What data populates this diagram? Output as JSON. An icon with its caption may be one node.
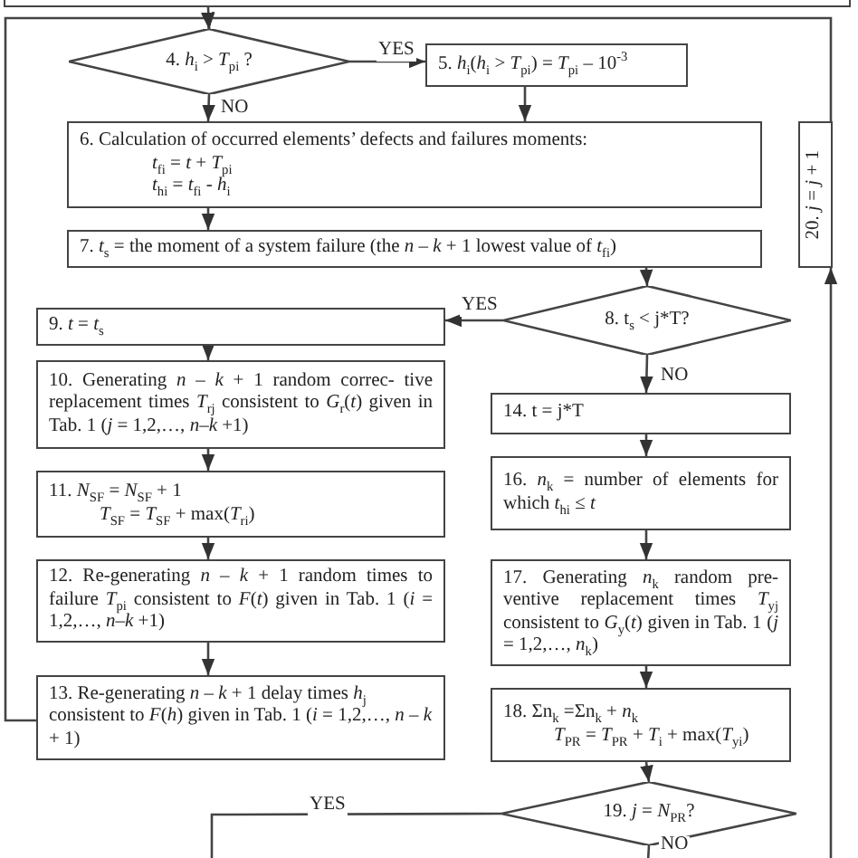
{
  "diagram": {
    "nodes": [
      {
        "text": [],
        "shape": "box"
      },
      {
        "text": [
          "4. *h*$_{i}$ > *T*$_{pi}$ ?"
        ]
      },
      {
        "text": [
          "5. *h*$_{i}$(*h*$_{i}$ > *T*$_{pi}$) = *T*$_{pi}$ – 10$^{-3}$"
        ]
      },
      {
        "text": [
          "6. Calculation of occurred elements’ defects and failures moments:",
          "*t*$_{fi}$ = *t* + *T*$_{pi}$",
          "*t*$_{hi}$ = *t*$_{fi}$ - *h*$_{i}$"
        ]
      },
      {
        "text": [
          "7. *t*$_{s}$ = the moment of a system failure (the *n* – *k* + 1 lowest value of *t*$_{fi}$)"
        ]
      },
      {
        "text": [
          "8. t$_{s}$ < j*T?"
        ]
      },
      {
        "text": [
          "9. *t* = *t*$_{s}$"
        ]
      },
      {
        "text": [
          "10. Generating *n* – *k* + 1 random correc- tive replacement times *T*$_{rj}$ consistent to *G*$_{r}$(*t*) given in Tab. 1 (*j* = 1,2,…, *n*–*k* +1)"
        ]
      },
      {
        "text": [
          "11. *N*$_{SF}$ = *N*$_{SF}$ + 1",
          "*T*$_{SF}$ = *T*$_{SF}$ + max(*T*$_{ri}$)"
        ]
      },
      {
        "text": [
          "12. Re-generating *n* – *k* + 1 random times to failure *T*$_{pi}$ consistent to *F*(*t*) given in Tab. 1 (*i* = 1,2,…, *n*–*k* +1)"
        ]
      },
      {
        "text": [
          "13. Re-generating *n* – *k* + 1 delay times *h*$_{j}$ consistent to *F*(*h*) given in Tab. 1 (*i* = 1,2,…, *n* – *k* + 1)"
        ]
      },
      {
        "text": [
          "14. t = j*T"
        ]
      },
      {
        "text": [
          "16. *n*$_{k}$ = number of elements for which *t*$_{hi}$ ≤ *t*"
        ]
      },
      {
        "text": [
          "17. Generating *n*$_{k}$ random pre- ventive replacement times *T*$_{yj}$ consistent to *G*$_{y}$(*t*) given in Tab. 1 (*j* = 1,2,…, *n*$_{k}$)"
        ]
      },
      {
        "text": [
          "18. Σn$_{k}$ =Σn$_{k}$ + *n*$_{k}$",
          "*T*$_{PR}$ = *T*$_{PR}$ + *T*$_{i}$ + max(*T*$_{yi}$)"
        ]
      },
      {
        "text": [
          "19. *j* = *N*$_{PR}$?"
        ]
      },
      {
        "text": [
          "20. *j* = *j* + 1"
        ]
      }
    ],
    "edges": [
      {
        "from": 0,
        "to": 1,
        "arrow": "to"
      },
      {
        "from": 10,
        "to": 1,
        "arrow": "to"
      },
      {
        "from": 16,
        "to": 1,
        "arrow": "to"
      },
      {
        "from": 1,
        "to": 2,
        "arrow": "to",
        "label": "YES"
      },
      {
        "from": 1,
        "to": 3,
        "arrow": "to",
        "label": "NO"
      },
      {
        "from": 2,
        "to": 3,
        "arrow": "to"
      },
      {
        "from": 3,
        "to": 4,
        "arrow": "to"
      },
      {
        "from": 4,
        "to": 5,
        "arrow": "to"
      },
      {
        "from": 5,
        "to": 6,
        "arrow": "to",
        "label": "YES"
      },
      {
        "from": 6,
        "to": 7,
        "arrow": "to"
      },
      {
        "from": 7,
        "to": 8,
        "arrow": "to"
      },
      {
        "from": 8,
        "to": 9,
        "arrow": "to"
      },
      {
        "from": 9,
        "to": 10,
        "arrow": "to"
      },
      {
        "from": 5,
        "to": 11,
        "arrow": "to",
        "label": "NO"
      },
      {
        "from": 11,
        "to": 12,
        "arrow": "to"
      },
      {
        "from": 12,
        "to": 13,
        "arrow": "to"
      },
      {
        "from": 13,
        "to": 14,
        "arrow": "to"
      },
      {
        "from": 14,
        "to": 15,
        "arrow": "to"
      },
      {
        "from": 15,
        "to": null,
        "arrow": "none",
        "label": "YES"
      },
      {
        "from": 15,
        "to": null,
        "arrow": "none",
        "label": "NO"
      },
      {
        "from": null,
        "to": 16,
        "arrow": "to"
      }
    ]
  }
}
